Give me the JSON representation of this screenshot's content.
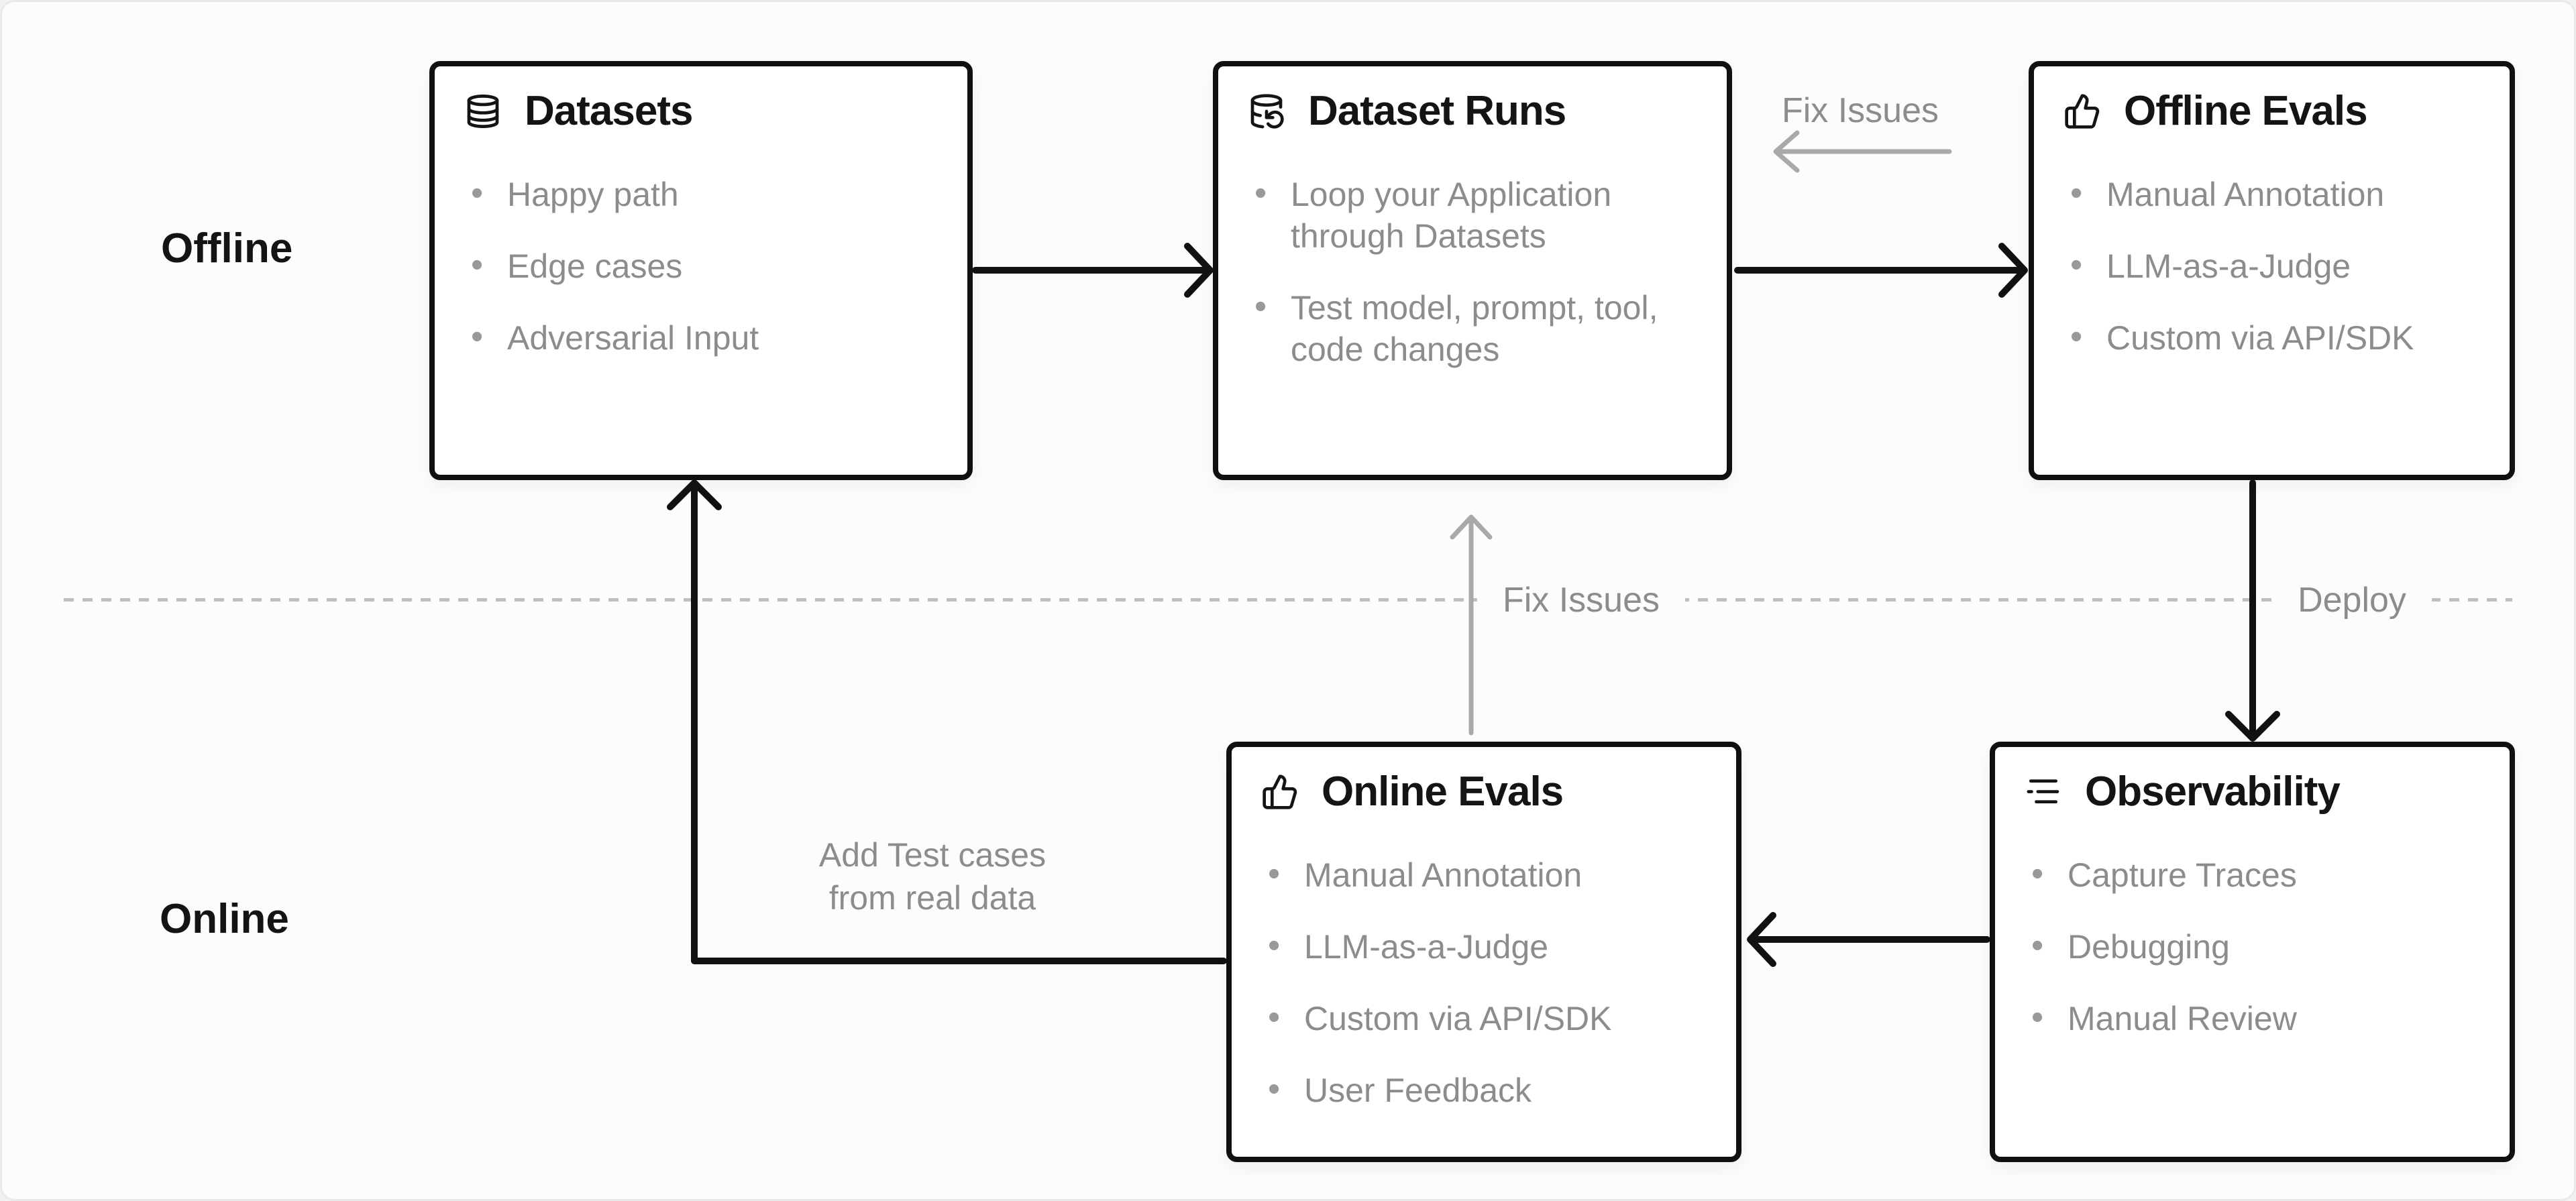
{
  "diagram": {
    "section_labels": {
      "offline": "Offline",
      "online": "Online"
    },
    "cards": {
      "datasets": {
        "title": "Datasets",
        "icon": "database-icon",
        "items": [
          "Happy path",
          "Edge cases",
          "Adversarial Input"
        ]
      },
      "dataset_runs": {
        "title": "Dataset Runs",
        "icon": "database-rerun-icon",
        "items": [
          "Loop your Application through Datasets",
          "Test model, prompt, tool, code changes"
        ]
      },
      "offline_evals": {
        "title": "Offline Evals",
        "icon": "thumbs-up-icon",
        "items": [
          "Manual Annotation",
          "LLM-as-a-Judge",
          "Custom via API/SDK"
        ]
      },
      "online_evals": {
        "title": "Online Evals",
        "icon": "thumbs-up-icon",
        "items": [
          "Manual Annotation",
          "LLM-as-a-Judge",
          "Custom via API/SDK",
          "User Feedback"
        ]
      },
      "observability": {
        "title": "Observability",
        "icon": "trace-logs-icon",
        "items": [
          "Capture Traces",
          "Debugging",
          "Manual Review"
        ]
      }
    },
    "edge_labels": {
      "fix_issues_top": "Fix Issues",
      "fix_issues_divider": "Fix Issues",
      "deploy": "Deploy",
      "add_test_cases_line1": "Add Test cases",
      "add_test_cases_line2": "from real data"
    },
    "edges": [
      {
        "from": "datasets",
        "to": "dataset_runs",
        "style": "solid-black"
      },
      {
        "from": "dataset_runs",
        "to": "offline_evals",
        "style": "solid-black"
      },
      {
        "from": "offline_evals",
        "to": "observability",
        "style": "solid-black",
        "label": "Deploy"
      },
      {
        "from": "observability",
        "to": "online_evals",
        "style": "solid-black"
      },
      {
        "from": "online_evals",
        "to": "datasets",
        "style": "solid-black",
        "label": "Add Test cases from real data"
      },
      {
        "from": "offline_evals",
        "to": "dataset_runs",
        "style": "gray",
        "label": "Fix Issues"
      },
      {
        "from": "online_evals",
        "to": "dataset_runs",
        "style": "gray",
        "label": "Fix Issues"
      }
    ],
    "colors": {
      "ink": "#141414",
      "muted_text": "#8c8c8c",
      "arrow_gray": "#a9a9a9",
      "dash": "#bfbfbf",
      "card_background": "#ffffff",
      "canvas_background": "#fcfcfc"
    }
  }
}
